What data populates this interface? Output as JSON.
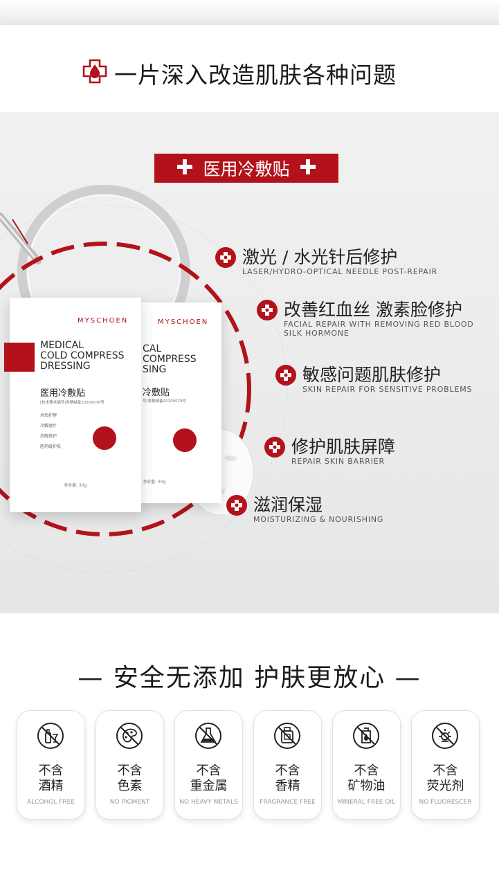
{
  "header": {
    "title": "一片深入改造肌肤各种问题",
    "icon": "medical-drop-icon"
  },
  "banner": {
    "label": "医用冷敷贴",
    "plus": "✚"
  },
  "features": [
    {
      "title": "激光 / 水光针后修护",
      "sub": "LASER/HYDRO-OPTICAL NEEDLE POST-REPAIR"
    },
    {
      "title": "改善红血丝 激素脸修护",
      "sub": "FACIAL REPAIR WITH REMOVING RED BLOOD\nSILK HORMONE"
    },
    {
      "title": "敏感问题肌肤修护",
      "sub": "SKIN REPAIR FOR SENSITIVE PROBLEMS"
    },
    {
      "title": "修护肌肤屏障",
      "sub": "REPAIR SKIN BARRIER"
    },
    {
      "title": "滋润保湿",
      "sub": "MOISTURIZING & NOURISHING"
    }
  ],
  "package": {
    "brand": "MYSCHOEN",
    "en_title": "MEDICAL\nCOLD COMPRESS\nDRESSING",
    "en_title_back": "CAL\nCOMPRESS\nSING",
    "cn_title": "医用冷敷贴",
    "cn_title_back": "冷敷贴",
    "reg": "[技术要求编号]粤穗械备20200078号",
    "reg_back": "号]粤穗械备20200078号",
    "list": [
      "术后护理",
      "冷敷理疗",
      "抗敏修护",
      "医药级护肤"
    ],
    "net": "净含量: 30g"
  },
  "section2": {
    "title": "— 安全无添加 护肤更放心 —"
  },
  "cards": [
    {
      "l1": "不含",
      "l2": "酒精",
      "en": "ALCOHOL FREE",
      "icon": "no-alcohol-icon"
    },
    {
      "l1": "不含",
      "l2": "色素",
      "en": "NO PIGMENT",
      "icon": "no-pigment-icon"
    },
    {
      "l1": "不含",
      "l2": "重金属",
      "en": "NO HEAVY METALS",
      "icon": "no-heavy-metals-icon"
    },
    {
      "l1": "不含",
      "l2": "香精",
      "en": "FRAGRANCE FREE",
      "icon": "no-fragrance-icon"
    },
    {
      "l1": "不含",
      "l2": "矿物油",
      "en": "MINERAL FREE OIL",
      "icon": "no-mineral-oil-icon"
    },
    {
      "l1": "不含",
      "l2": "荧光剂",
      "en": "NO FLUORESCER",
      "icon": "no-fluorescer-icon"
    }
  ],
  "colors": {
    "accent": "#b3121b",
    "text": "#222222"
  }
}
